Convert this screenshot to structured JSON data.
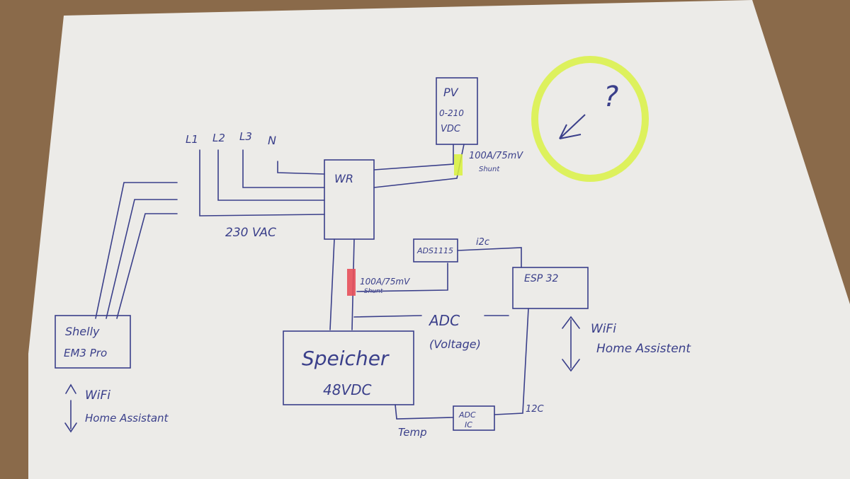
{
  "colors": {
    "ink": "#3a3f8a",
    "paper": "#ecebe8",
    "table": "#8a6a4a",
    "highlight_red": "#e8505a",
    "highlight_yellow": "#d9f23a"
  },
  "labels": {
    "l1": "L1",
    "l2": "L2",
    "l3": "L3",
    "n": "N",
    "wr": "WR",
    "pv_title": "PV",
    "pv_range": "0-210",
    "pv_unit": "VDC",
    "shunt_pv_value": "100A/75mV",
    "shunt_pv_word": "Shunt",
    "vac": "230 VAC",
    "ads": "ADS1115",
    "i2c_top": "i2c",
    "esp": "ESP 32",
    "shunt_bat_value": "100A/75mV",
    "shunt_bat_word": "Shunt",
    "adc": "ADC",
    "adc_voltage": "(Voltage)",
    "speicher": "Speicher",
    "speicher_voltage": "48VDC",
    "adc_ic_top": "ADC",
    "adc_ic_bottom": "IC",
    "i2c_bottom": "12C",
    "temp": "Temp",
    "shelly_line1": "Shelly",
    "shelly_line2": "EM3 Pro",
    "wifi_left": "WiFi",
    "ha_left": "Home Assistant",
    "wifi_right": "WiFi",
    "ha_right": "Home Assistent",
    "question": "?"
  }
}
